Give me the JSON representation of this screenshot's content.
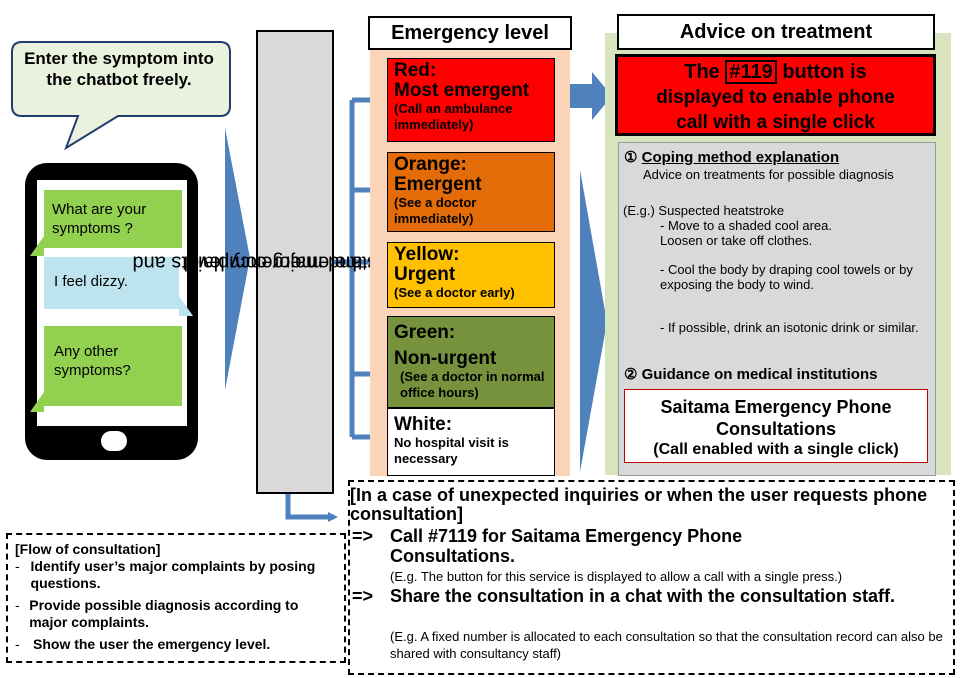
{
  "bubble": {
    "text": "Enter the symptom into the chatbot freely."
  },
  "phone": {
    "chats": [
      {
        "text": "What are your symptoms ?"
      },
      {
        "text": "I feel dizzy."
      },
      {
        "text": "Any other symptoms?"
      }
    ]
  },
  "process": {
    "text_line1": "Understand major complaints and",
    "text_line2": "display  the emergency level"
  },
  "emergency": {
    "title": "Emergency level",
    "levels": [
      {
        "line1": "Red:",
        "line2": "Most emergent",
        "note": "(Call an ambulance immediately)",
        "color": "#ff0000"
      },
      {
        "line1": "Orange:",
        "line2": "Emergent",
        "note": "(See a doctor immediately)",
        "color": "#e36c09"
      },
      {
        "line1": "Yellow:",
        "line2": "Urgent",
        "note": "(See a  doctor early)",
        "color": "#ffc000"
      },
      {
        "line1": "Green:",
        "line2": "Non-urgent",
        "note": "(See a doctor in normal office hours)",
        "color": "#76923c"
      },
      {
        "line1": "White:",
        "line2": "",
        "note": "No hospital visit is necessary",
        "color": "#ffffff"
      }
    ]
  },
  "advice": {
    "title": "Advice on treatment",
    "call_box": {
      "pre": "The",
      "button": "#119",
      "post": "button is",
      "line2": "displayed to enable phone",
      "line3": "call with a single click"
    },
    "coping": {
      "heading_num": "①",
      "heading": "Coping method explanation",
      "subtitle": "Advice on  treatments for possible diagnosis",
      "example_heading": "(E.g.) Suspected heatstroke",
      "items": [
        "- Move to a shaded cool area.\n  Loosen or take off clothes.",
        "- Cool the body by draping cool towels or by exposing the body to wind.",
        "- If possible, drink an isotonic drink or similar."
      ]
    },
    "guidance": {
      "heading": "② Guidance on medical institutions",
      "box_line1": "Saitama Emergency Phone Consultations",
      "box_line2": "(Call enabled with a single click)"
    }
  },
  "flow": {
    "title": "[Flow of consultation]",
    "items": [
      "Identify user’s major complaints by posing questions.",
      "Provide possible diagnosis according to major complaints.",
      "Show the user the emergency level."
    ]
  },
  "unexpected": {
    "title": "[In a case of unexpected inquiries or when the user requests phone consultation]",
    "options": [
      {
        "arrow": "=>",
        "text": "Call #7119 for Saitama Emergency Phone Consultations.",
        "note": "(E.g. The button for this service is displayed to allow a call with a single press.)"
      },
      {
        "arrow": "=>",
        "text": "Share the consultation in a chat with the consultation staff.",
        "note": "(E.g. A fixed number is allocated to each consultation so that the consultation record can also be shared with consultancy staff)"
      }
    ]
  },
  "colors": {
    "arrow": "#4f81bd",
    "vbox": "#d9d9d9",
    "em_bg": "#fbd3b7",
    "advice_bg": "#d7e4bd",
    "chat_green": "#92d050",
    "chat_blue": "#bde3ee"
  }
}
